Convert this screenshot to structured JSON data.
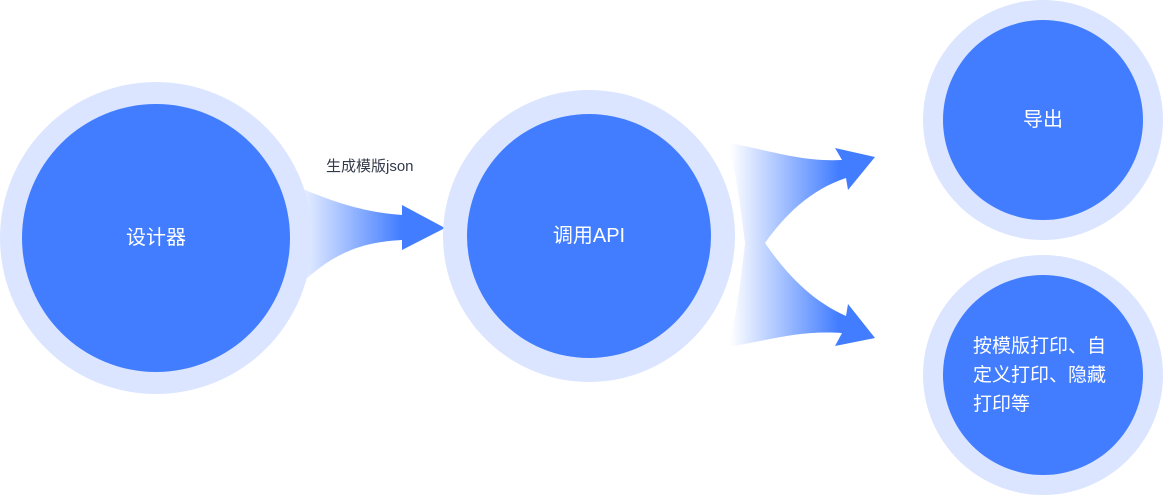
{
  "nodes": {
    "designer": "设计器",
    "api": "调用API",
    "export": "导出",
    "print": "按模版打印、自定义打印、隐藏打印等"
  },
  "edges": {
    "designer_to_api": "生成模版json"
  },
  "colors": {
    "node": "#427dff",
    "ring": "#dbe5ff"
  }
}
